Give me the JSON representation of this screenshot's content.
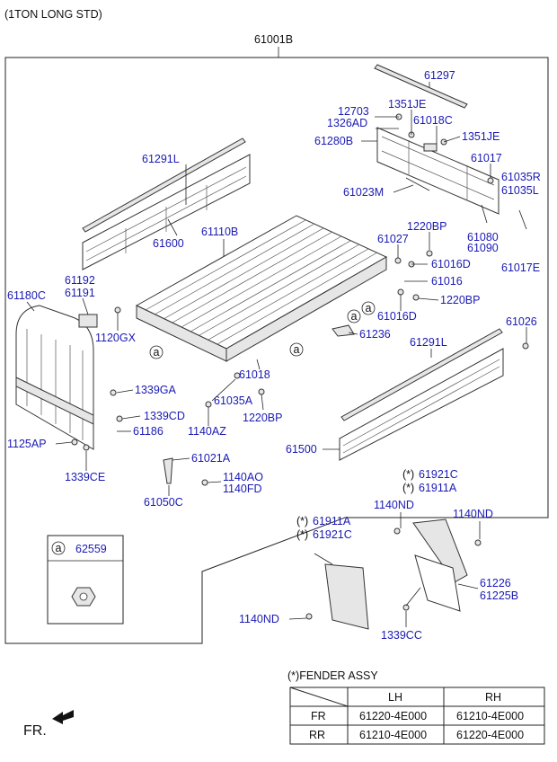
{
  "header": {
    "title": "(1TON LONG STD)",
    "assembly": "61001B"
  },
  "labels": {
    "l61297": "61297",
    "l12703": "12703",
    "l1351JE_a": "1351JE",
    "l1326AD": "1326AD",
    "l61018C": "61018C",
    "l61280B": "61280B",
    "l1351JE_b": "1351JE",
    "l61017": "61017",
    "l61035R": "61035R",
    "l61035L": "61035L",
    "l61023M": "61023M",
    "l61291L_a": "61291L",
    "l61600": "61600",
    "l61110B": "61110B",
    "l1220BP_a": "1220BP",
    "l61027": "61027",
    "l61080": "61080",
    "l61090": "61090",
    "l61017E": "61017E",
    "l61016D_a": "61016D",
    "l61016": "61016",
    "l1220BP_b": "1220BP",
    "l61016D_b": "61016D",
    "l61192": "61192",
    "l61191": "61191",
    "l61180C": "61180C",
    "l1120GX": "1120GX",
    "l61026": "61026",
    "l61236": "61236",
    "l61291L_b": "61291L",
    "l61018": "61018",
    "l1339GA": "1339GA",
    "l61035A": "61035A",
    "l1220BP_c": "1220BP",
    "l1339CD": "1339CD",
    "l1140AZ": "1140AZ",
    "l61186": "61186",
    "l1125AP": "1125AP",
    "l61500": "61500",
    "l1339CE": "1339CE",
    "l61021A": "61021A",
    "l1140AO": "1140AO",
    "l1140FD": "1140FD",
    "l61050C": "61050C",
    "l61921C_a": "61921C",
    "l61911A_a": "61911A",
    "l1140ND_a": "1140ND",
    "l1140ND_b": "1140ND",
    "l61911A_b": "61911A",
    "l61921C_b": "61921C",
    "l61226": "61226",
    "l61225B": "61225B",
    "l1140ND_c": "1140ND",
    "l1339CC": "1339CC",
    "star": "(*)",
    "callout_a": "a"
  },
  "legend_box": {
    "marker": "a",
    "part": "62559"
  },
  "fender_table": {
    "caption": "(*)FENDER ASSY",
    "col_lh": "LH",
    "col_rh": "RH",
    "rows": [
      {
        "label": "FR",
        "lh": "61220-4E000",
        "rh": "61210-4E000"
      },
      {
        "label": "RR",
        "lh": "61210-4E000",
        "rh": "61220-4E000"
      }
    ]
  },
  "front_marker": "FR."
}
